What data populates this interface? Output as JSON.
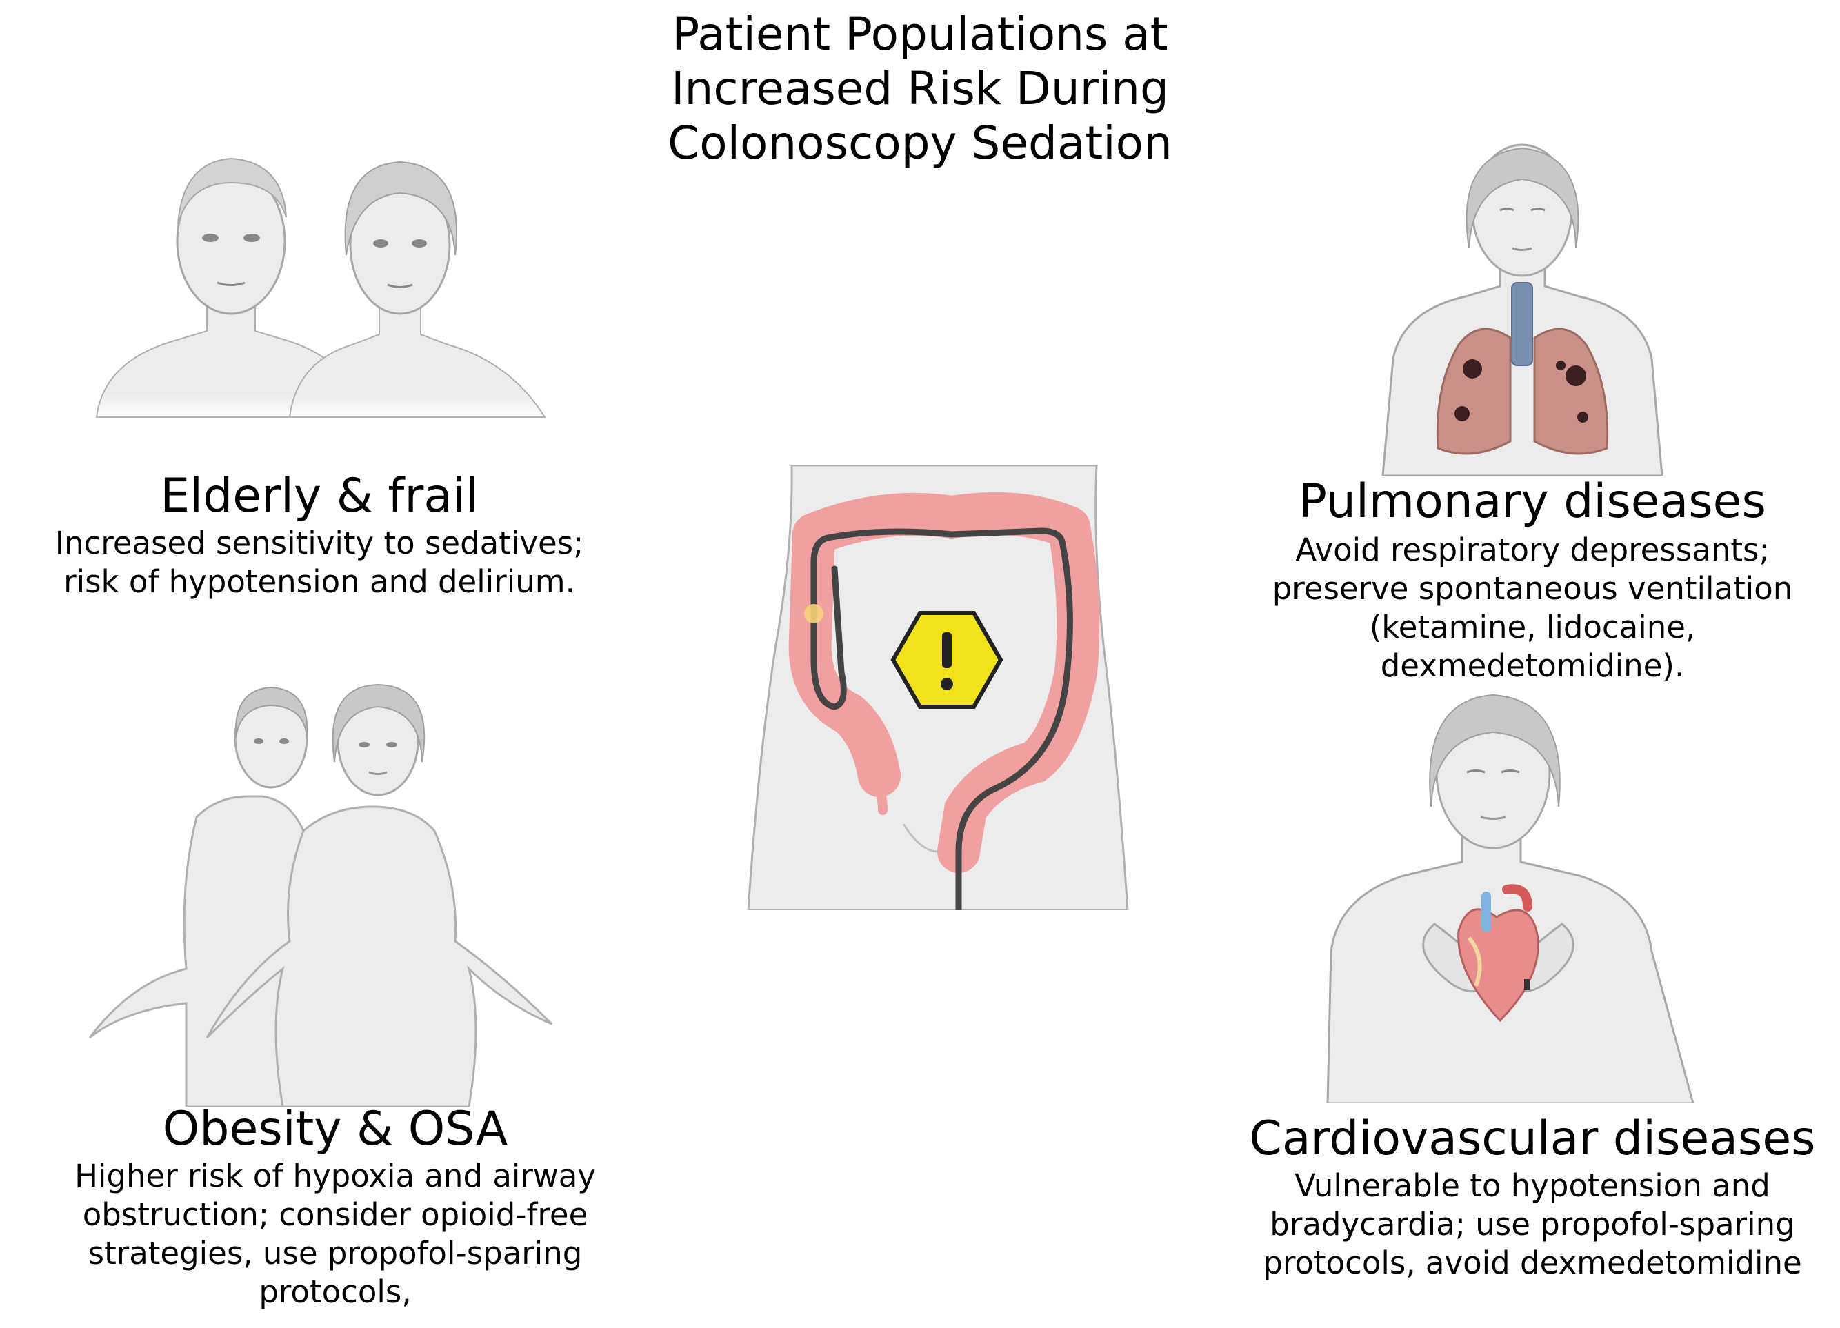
{
  "title": {
    "lines": [
      "Patient Populations at",
      "Increased Risk During",
      "Colonoscopy Sedation"
    ]
  },
  "groups": {
    "elderly": {
      "heading": "Elderly & frail",
      "lines": [
        "Increased sensitivity to sedatives;",
        "risk of hypotension and delirium."
      ]
    },
    "pulmonary": {
      "heading": "Pulmonary diseases",
      "lines": [
        "Avoid respiratory depressants;",
        "preserve spontaneous ventilation",
        "(ketamine, lidocaine,",
        "dexmedetomidine)."
      ]
    },
    "obesity": {
      "heading": "Obesity & OSA",
      "lines": [
        "Higher risk of hypoxia and airway",
        "obstruction; consider opioid-free",
        "strategies, use propofol-sparing",
        "protocols,"
      ]
    },
    "cardio": {
      "heading": "Cardiovascular diseases",
      "lines": [
        "Vulnerable to hypotension and",
        "bradycardia; use propofol-sparing",
        "protocols, avoid dexmedetomidine"
      ]
    }
  },
  "colors": {
    "skin": "#ececec",
    "skin_outline": "#a8a8a8",
    "colon": "#f0a0a0",
    "scope": "#444444",
    "warning": "#f2e21c",
    "lung": "#c99189",
    "heart": "#e88d8d"
  },
  "icons": {
    "warning": "warning-hexagon-icon",
    "colon": "colon-icon",
    "lungs": "lungs-icon",
    "heart": "heart-icon"
  }
}
